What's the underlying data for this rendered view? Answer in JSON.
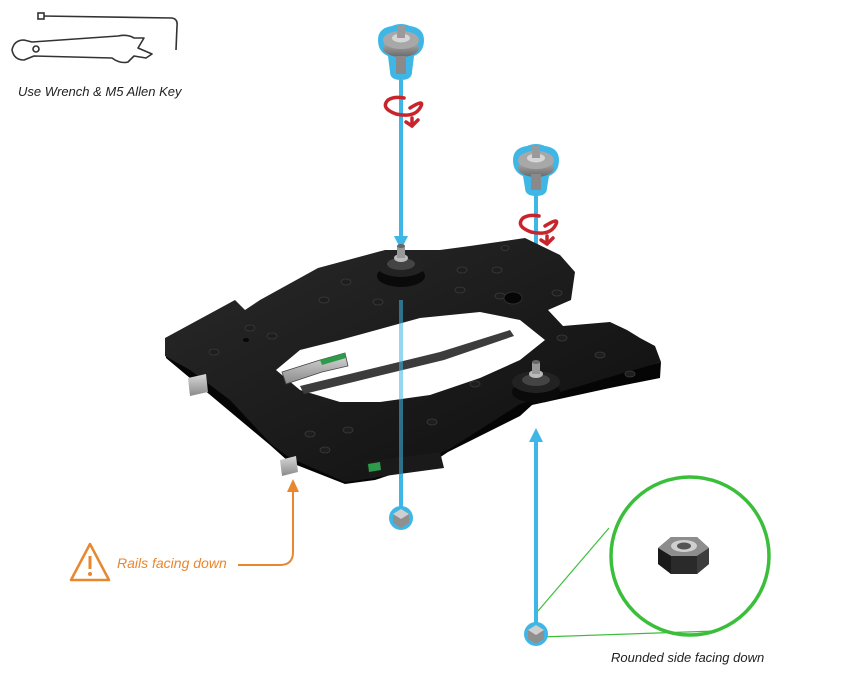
{
  "annotations": {
    "tools": "Use Wrench & M5 Allen Key",
    "rails": "Rails facing down",
    "nut": "Rounded side facing down"
  },
  "icons": {
    "tool": [
      "allen-key-icon",
      "wrench-icon"
    ],
    "warning": "warning-triangle-icon",
    "rotation": "clockwise-rotation-icon"
  },
  "colors": {
    "guide_line": "#3fb7e6",
    "rotation_arrow": "#c8242b",
    "warning": "#e8872e",
    "detail_circle": "#3bbf3b",
    "plate": "#121212"
  }
}
